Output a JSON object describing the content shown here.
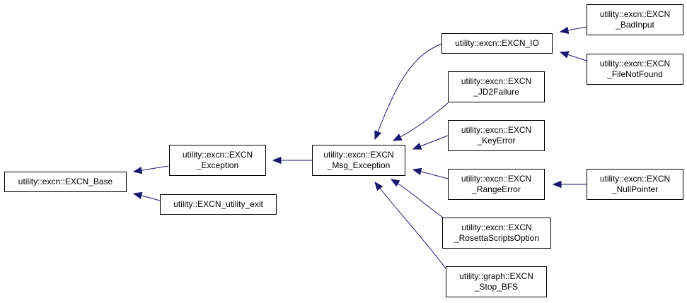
{
  "diagram": {
    "edge_color": "#191970",
    "nodes": {
      "base": {
        "lines": [
          "utility::excn::EXCN_Base"
        ]
      },
      "exception": {
        "lines": [
          "utility::excn::EXCN",
          "_Exception"
        ]
      },
      "utility_exit": {
        "lines": [
          "utility::EXCN_utility_exit"
        ]
      },
      "msg_exception": {
        "lines": [
          "utility::excn::EXCN",
          "_Msg_Exception"
        ]
      },
      "io": {
        "lines": [
          "utility::excn::EXCN_IO"
        ]
      },
      "jd2failure": {
        "lines": [
          "utility::excn::EXCN",
          "_JD2Failure"
        ]
      },
      "keyerror": {
        "lines": [
          "utility::excn::EXCN",
          "_KeyError"
        ]
      },
      "rangeerror": {
        "lines": [
          "utility::excn::EXCN",
          "_RangeError"
        ]
      },
      "rosettascripts": {
        "lines": [
          "utility::excn::EXCN",
          "_RosettaScriptsOption"
        ]
      },
      "stop_bfs": {
        "lines": [
          "utility::graph::EXCN",
          "_Stop_BFS"
        ]
      },
      "badinput": {
        "lines": [
          "utility::excn::EXCN",
          "_BadInput"
        ]
      },
      "filenotfound": {
        "lines": [
          "utility::excn::EXCN",
          "_FileNotFound"
        ]
      },
      "nullpointer": {
        "lines": [
          "utility::excn::EXCN",
          "_NullPointer"
        ]
      }
    },
    "edges": [
      {
        "from": "exception",
        "to": "base"
      },
      {
        "from": "utility_exit",
        "to": "base"
      },
      {
        "from": "msg_exception",
        "to": "exception"
      },
      {
        "from": "io",
        "to": "msg_exception"
      },
      {
        "from": "jd2failure",
        "to": "msg_exception"
      },
      {
        "from": "keyerror",
        "to": "msg_exception"
      },
      {
        "from": "rangeerror",
        "to": "msg_exception"
      },
      {
        "from": "rosettascripts",
        "to": "msg_exception"
      },
      {
        "from": "stop_bfs",
        "to": "msg_exception"
      },
      {
        "from": "badinput",
        "to": "io"
      },
      {
        "from": "filenotfound",
        "to": "io"
      },
      {
        "from": "nullpointer",
        "to": "rangeerror"
      }
    ]
  }
}
